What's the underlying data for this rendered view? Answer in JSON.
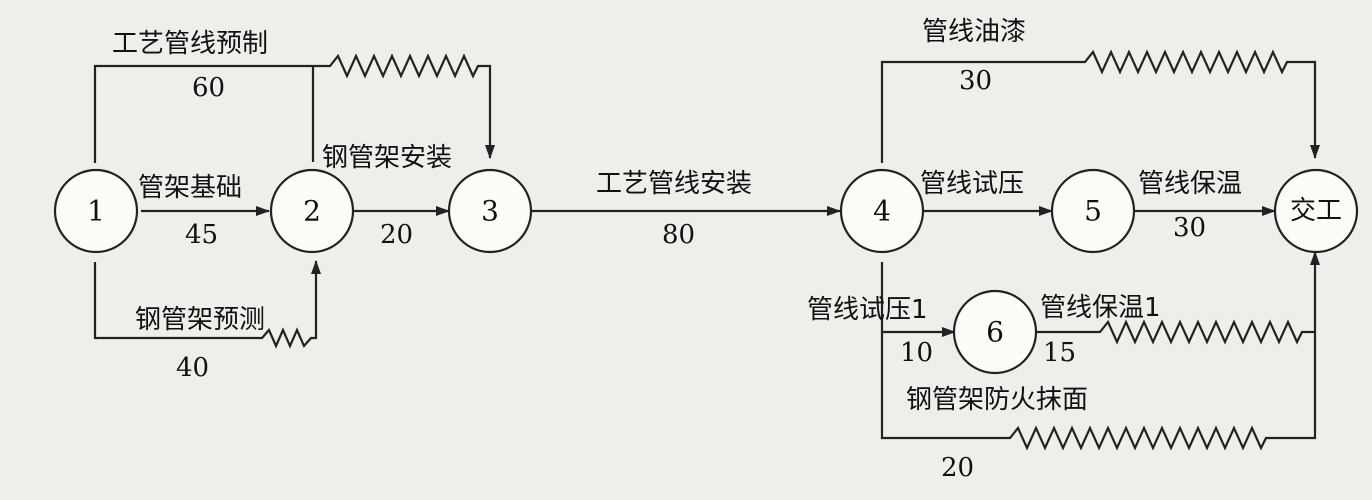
{
  "nodes": {
    "n1": "1",
    "n2": "2",
    "n3": "3",
    "n4": "4",
    "n5": "5",
    "n6": "6",
    "n_end": "交工"
  },
  "activities": {
    "a_1_3_prefab": {
      "name": "工艺管线预制",
      "duration": "60"
    },
    "a_1_2_base": {
      "name": "管架基础",
      "duration": "45"
    },
    "a_1_2_measure": {
      "name": "钢管架预测",
      "duration": "40"
    },
    "a_2_3_install": {
      "name": "钢管架安装",
      "duration": "20"
    },
    "a_3_4_pipe": {
      "name": "工艺管线安装",
      "duration": "80"
    },
    "a_4_end_paint": {
      "name": "管线油漆",
      "duration": "30"
    },
    "a_4_5_test": {
      "name": "管线试压"
    },
    "a_5_end_insul": {
      "name": "管线保温",
      "duration": "30"
    },
    "a_4_6_test1": {
      "name": "管线试压1",
      "duration": "10"
    },
    "a_6_end_insul1": {
      "name": "管线保温1",
      "duration": "15"
    },
    "a_4_end_fire": {
      "name": "钢管架防火抹面",
      "duration": "20"
    }
  }
}
